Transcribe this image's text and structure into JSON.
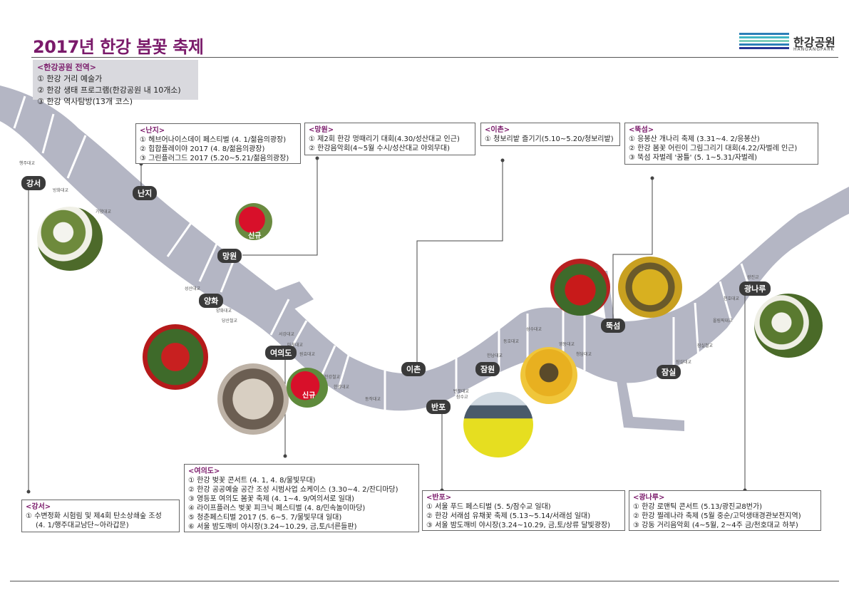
{
  "title": "2017년 한강 봄꽃 축제",
  "logo": {
    "name": "한강공원",
    "sub": "HANGANGPARK"
  },
  "whole": {
    "heading": "<한강공원 전역>",
    "items": [
      "① 한강 거리 예술가",
      "② 한강 생태 프로그램(한강공원 내 10개소)",
      "③ 한강 역사탐방(13개 코스)"
    ]
  },
  "districts": {
    "gangseo": "강서",
    "nanji": "난지",
    "mangwon": "망원",
    "yanghwa": "양화",
    "yeouido": "여의도",
    "ichon": "이촌",
    "jamwon": "잠원",
    "banpo": "반포",
    "ttukseom": "뚝섬",
    "jamsil": "잠실",
    "gwangnaru": "광나루"
  },
  "bridges": {
    "haengju": "행주대교",
    "banghwa": "방화대교",
    "gayang": "가양대교",
    "seongsan": "성산대교",
    "yanghwa": "양화대교",
    "dangsan": "당산철교",
    "seogang": "서강대교",
    "mapo": "마포대교",
    "wonhyo": "원효대교",
    "hangangrail": "한강철교",
    "hangang": "한강대교",
    "dongjak": "동작대교",
    "banpo": "반포대교",
    "jamsu": "잠수교",
    "hannam": "한남대교",
    "dongho": "동호대교",
    "seongsu": "성수대교",
    "yeongdong": "영동대교",
    "cheongdam": "청담대교",
    "jamsilrail": "잠실철교",
    "jamsilbr": "잠실대교",
    "olympic": "올림픽대교",
    "cheonho": "천호대교",
    "gwangjin": "광진교"
  },
  "tags": {
    "new1": "신규",
    "new2": "신규"
  },
  "boxes": {
    "nanji": {
      "heading": "<난지>",
      "items": [
        "① 헤브어나이스데이 페스티벌 (4. 1/젊음의광장)",
        "② 힙합플레이야 2017 (4. 8/젊음의광장)",
        "③ 그린플러그드 2017 (5.20~5.21/젊음의광장)"
      ]
    },
    "mangwon": {
      "heading": "<망원>",
      "items": [
        "① 제2회 한강 멍때리기 대회(4.30/성산대교 인근)",
        "② 한강음악회(4~5월 수시/성산대교 야외무대)"
      ]
    },
    "ichon": {
      "heading": "<이촌>",
      "items": [
        "① 청보리밭 즐기기(5.10~5.20/청보리밭)"
      ]
    },
    "ttukseom": {
      "heading": "<뚝섬>",
      "items": [
        "① 응봉산 개나리 축제 (3.31~4. 2/응봉산)",
        "② 한강 봄꽃 어린이 그림그리기 대회(4.22/자벌레 인근)",
        "③ 뚝섬 자벌레 '꿈틀' (5. 1~5.31/자벌레)"
      ]
    },
    "yeouido": {
      "heading": "<여의도>",
      "items": [
        "① 한강 벚꽃 콘서트 (4. 1, 4. 8/물빛무대)",
        "② 한강 공공예술 공간 조성 시범사업 쇼케이스 (3.30~4. 2/잔디마당)",
        "③ 영등포 여의도 봄꽃 축제 (4. 1~4. 9/여의서로 일대)",
        "④ 라이프플러스 벚꽃 피크닉 페스티벌 (4. 8/민속놀이마당)",
        "⑤ 청춘페스티벌 2017 (5. 6~5. 7/물빛무대 일대)",
        "⑥ 서울 밤도깨비 야시장(3.24~10.29, 금,토/너른들판)"
      ]
    },
    "gangseo": {
      "heading": "<강서>",
      "items": [
        "① 수변정화 시험림 및 제4회 탄소상쇄숲 조성",
        "(4. 1/행주대교남단~아라갑문)"
      ]
    },
    "banpo": {
      "heading": "<반포>",
      "items": [
        "① 서울 푸드  페스티벌 (5. 5/잠수교 일대)",
        "② 한강 서래섬 유채꽃 축제 (5.13~5.14/서래섬 일대)",
        "③ 서울 밤도깨비 야시장(3.24~10.29, 금,토/상류 달빛광장)"
      ]
    },
    "gwangnaru": {
      "heading": "<광나루>",
      "items": [
        "① 한강 로맨틱 콘서트 (5.13/광진교8번가)",
        "② 한강 찔레나라 축제 (5월 중순/고덕생태경관보전지역)",
        "③ 강동 거리음악회 (4~5월, 2~4주 금/천호대교 하부)"
      ]
    }
  },
  "colors": {
    "accent": "#7a1a6a",
    "river": "#b4b6c4",
    "label_bg": "#3a3a3a"
  }
}
